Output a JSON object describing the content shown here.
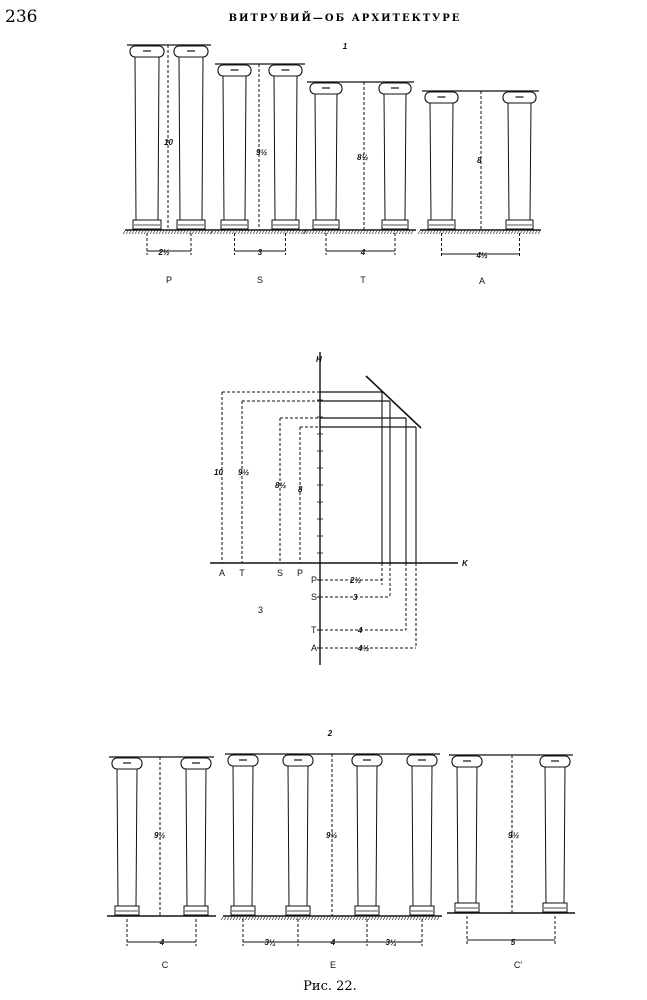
{
  "header": {
    "page_number": "236",
    "running_title": "ВИТРУВИЙ—ОБ АРХИТЕКТУРЕ"
  },
  "figure1": {
    "number": "1",
    "groups": [
      {
        "letter": "P",
        "height": "10",
        "spacing": "2½"
      },
      {
        "letter": "S",
        "height": "9½",
        "spacing": "3"
      },
      {
        "letter": "T",
        "height": "8½",
        "spacing": "4"
      },
      {
        "letter": "A",
        "height": "8",
        "spacing": "4½"
      }
    ]
  },
  "figure3": {
    "number": "3",
    "axis_vertical": "H",
    "axis_horizontal": "K",
    "heights": [
      "10",
      "9½",
      "8½",
      "8"
    ],
    "axis_letters": [
      "A",
      "T",
      "S",
      "P"
    ],
    "rows": [
      {
        "letter": "P",
        "value": "2½"
      },
      {
        "letter": "S",
        "value": "3"
      },
      {
        "letter": "T",
        "value": "4"
      },
      {
        "letter": "A",
        "value": "4½"
      }
    ]
  },
  "figure2": {
    "number": "2",
    "groups": [
      {
        "letter": "C",
        "height": "9½",
        "spacings": [
          "4"
        ]
      },
      {
        "letter": "E",
        "height": "9½",
        "spacings": [
          "3¼",
          "4",
          "3¼"
        ]
      },
      {
        "letter": "C′",
        "height": "9½",
        "spacings": [
          "5"
        ]
      }
    ]
  },
  "caption": "Рис. 22."
}
